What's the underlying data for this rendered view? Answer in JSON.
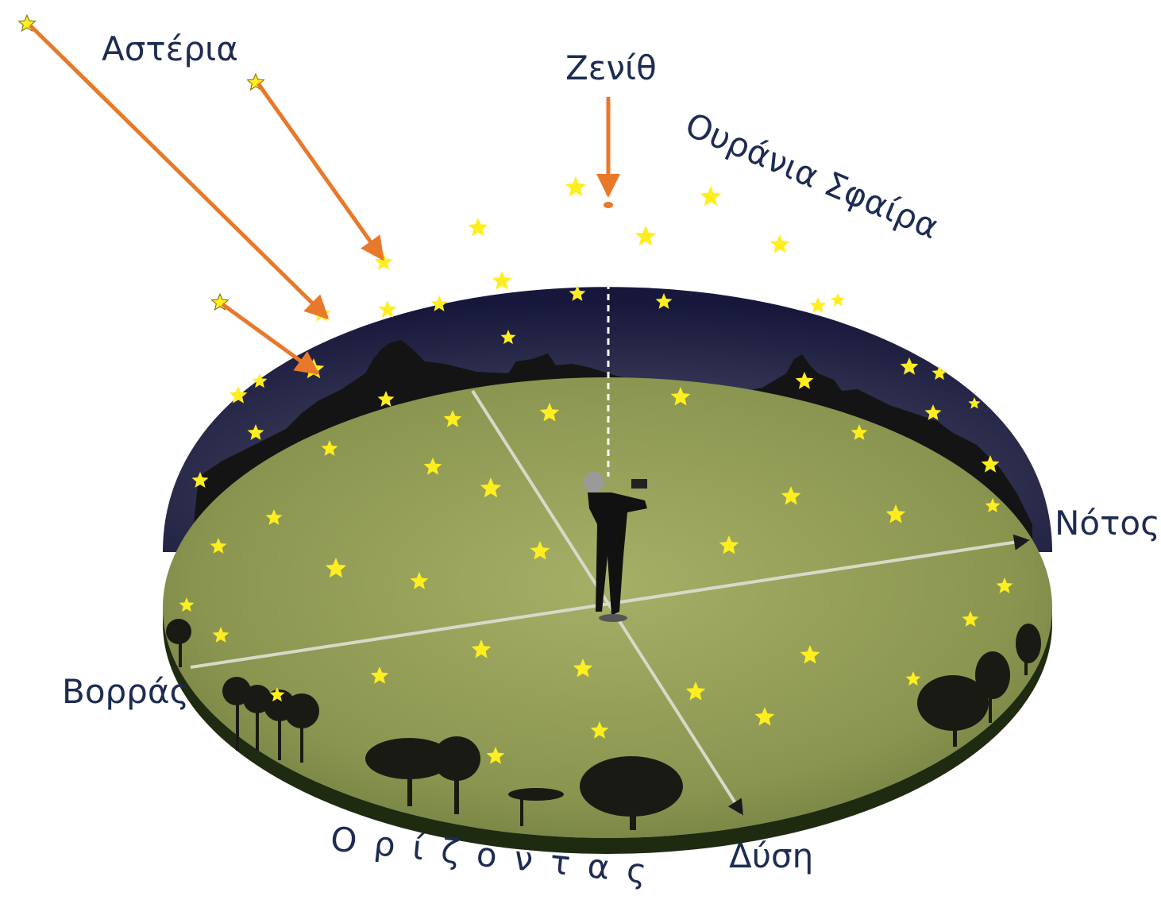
{
  "labels": {
    "stars": "Αστέρια",
    "zenith": "Ζενίθ",
    "celestial_sphere": "Ουράνια Σφαίρα",
    "south": "Νότος",
    "north": "Βορράς",
    "west": "Δύση",
    "horizon": "Ορίζοντας"
  },
  "colors": {
    "sky": "#1e1f3e",
    "ground": "#8f9a52",
    "arrow": "#e8792a",
    "star": "#ffee1f",
    "label": "#1d2c52"
  },
  "icons": [
    "star-icon",
    "observer-figure",
    "tree-silhouette",
    "city-skyline"
  ]
}
